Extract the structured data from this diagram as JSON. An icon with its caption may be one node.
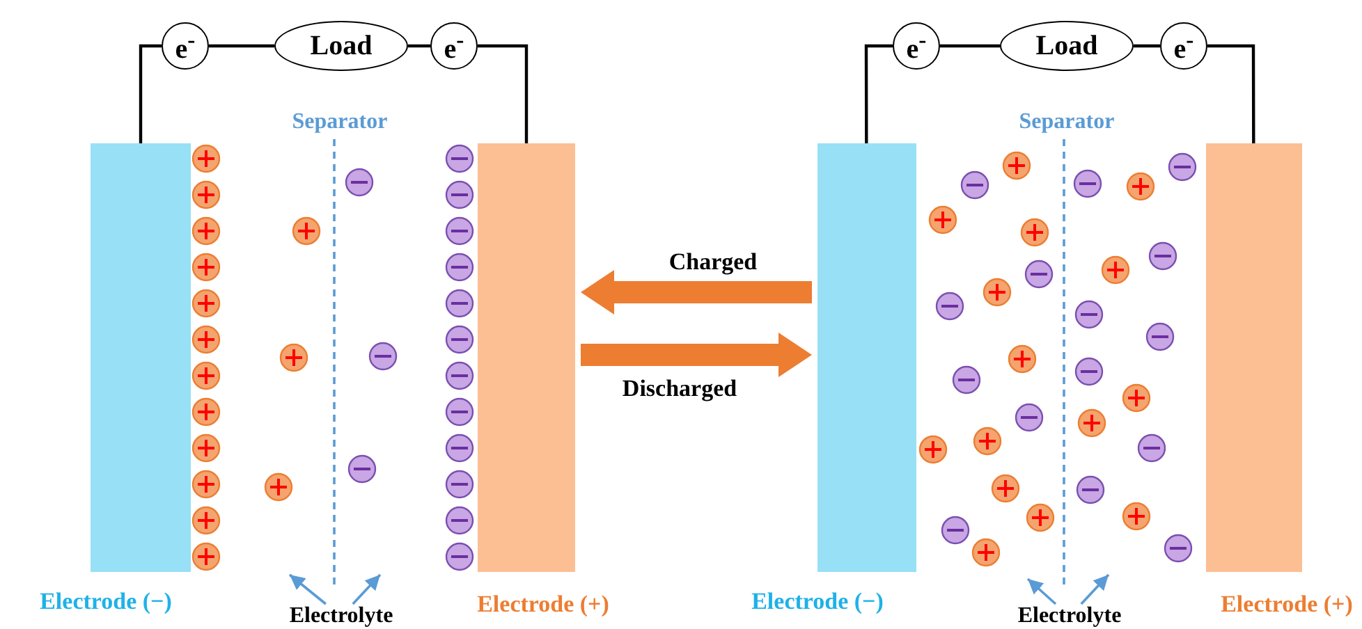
{
  "diagram": {
    "nodes": [
      {
        "text": [
          "e$^{-}$"
        ]
      },
      {
        "text": [
          "Load"
        ]
      },
      {
        "text": [
          "e$^{-}$"
        ]
      },
      {
        "text": [],
        "shape": "box",
        "beside": [
          "Electrode (−)"
        ]
      },
      {
        "text": [],
        "shape": "box",
        "beside": [
          "Electrode (+)"
        ]
      },
      {
        "text": [
          "Electrolyte"
        ]
      },
      {
        "text": [
          "e$^{-}$"
        ]
      },
      {
        "text": [
          "Load"
        ]
      },
      {
        "text": [
          "e$^{-}$"
        ]
      },
      {
        "text": [],
        "shape": "box",
        "beside": [
          "Electrode (−)"
        ]
      },
      {
        "text": [],
        "shape": "box",
        "beside": [
          "Electrode (+)"
        ]
      },
      {
        "text": [
          "Electrolyte"
        ]
      }
    ],
    "edges": [
      {
        "from": 3,
        "to": 0,
        "arrow": "none"
      },
      {
        "from": 0,
        "to": 1,
        "arrow": "none"
      },
      {
        "from": 1,
        "to": 2,
        "arrow": "none"
      },
      {
        "from": 2,
        "to": 4,
        "arrow": "none"
      },
      {
        "from": 5,
        "to": null,
        "arrow": "to",
        "color": "#5b9bd5"
      },
      {
        "from": 5,
        "to": null,
        "arrow": "to",
        "color": "#5b9bd5"
      },
      {
        "from": 9,
        "to": 6,
        "arrow": "none"
      },
      {
        "from": 6,
        "to": 7,
        "arrow": "none"
      },
      {
        "from": 7,
        "to": 8,
        "arrow": "none"
      },
      {
        "from": 8,
        "to": 10,
        "arrow": "none"
      },
      {
        "from": 11,
        "to": null,
        "arrow": "to",
        "color": "#5b9bd5"
      },
      {
        "from": 11,
        "to": null,
        "arrow": "to",
        "color": "#5b9bd5"
      },
      {
        "from": 9,
        "to": 4,
        "arrow": "to",
        "label": "Charged",
        "style": "thick",
        "color": "#ed7d31"
      },
      {
        "from": 4,
        "to": 9,
        "arrow": "to",
        "label": "Discharged",
        "style": "thick",
        "color": "#ed7d31"
      }
    ],
    "labels": [
      "Separator",
      "Separator"
    ]
  }
}
